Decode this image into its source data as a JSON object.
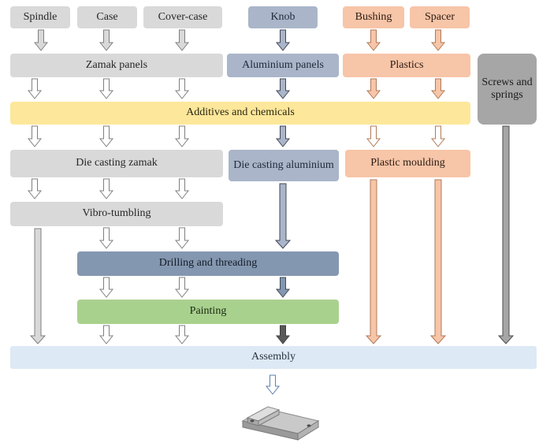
{
  "inputs": {
    "spindle": "Spindle",
    "case": "Case",
    "cover_case": "Cover-case",
    "knob": "Knob",
    "bushing": "Bushing",
    "spacer": "Spacer"
  },
  "materials": {
    "zamak": "Zamak panels",
    "aluminium": "Aluminium panels",
    "plastics": "Plastics",
    "screws_springs": "Screws and springs"
  },
  "processes": {
    "additives": "Additives and chemicals",
    "die_casting_zamak": "Die casting zamak",
    "die_casting_aluminium": "Die casting aluminium",
    "plastic_moulding": "Plastic moulding",
    "vibro_tumbling": "Vibro-tumbling",
    "drilling_threading": "Drilling and threading",
    "painting": "Painting",
    "assembly": "Assembly"
  },
  "colors": {
    "zamak_flow": "#d9d9d9",
    "aluminium_flow": "#aab5c9",
    "plastic_flow": "#f7c5a8",
    "additives": "#fde79a",
    "drilling": "#8497b0",
    "painting": "#a9d18e",
    "assembly": "#dde9f5",
    "screws_springs": "#a6a6a6"
  }
}
